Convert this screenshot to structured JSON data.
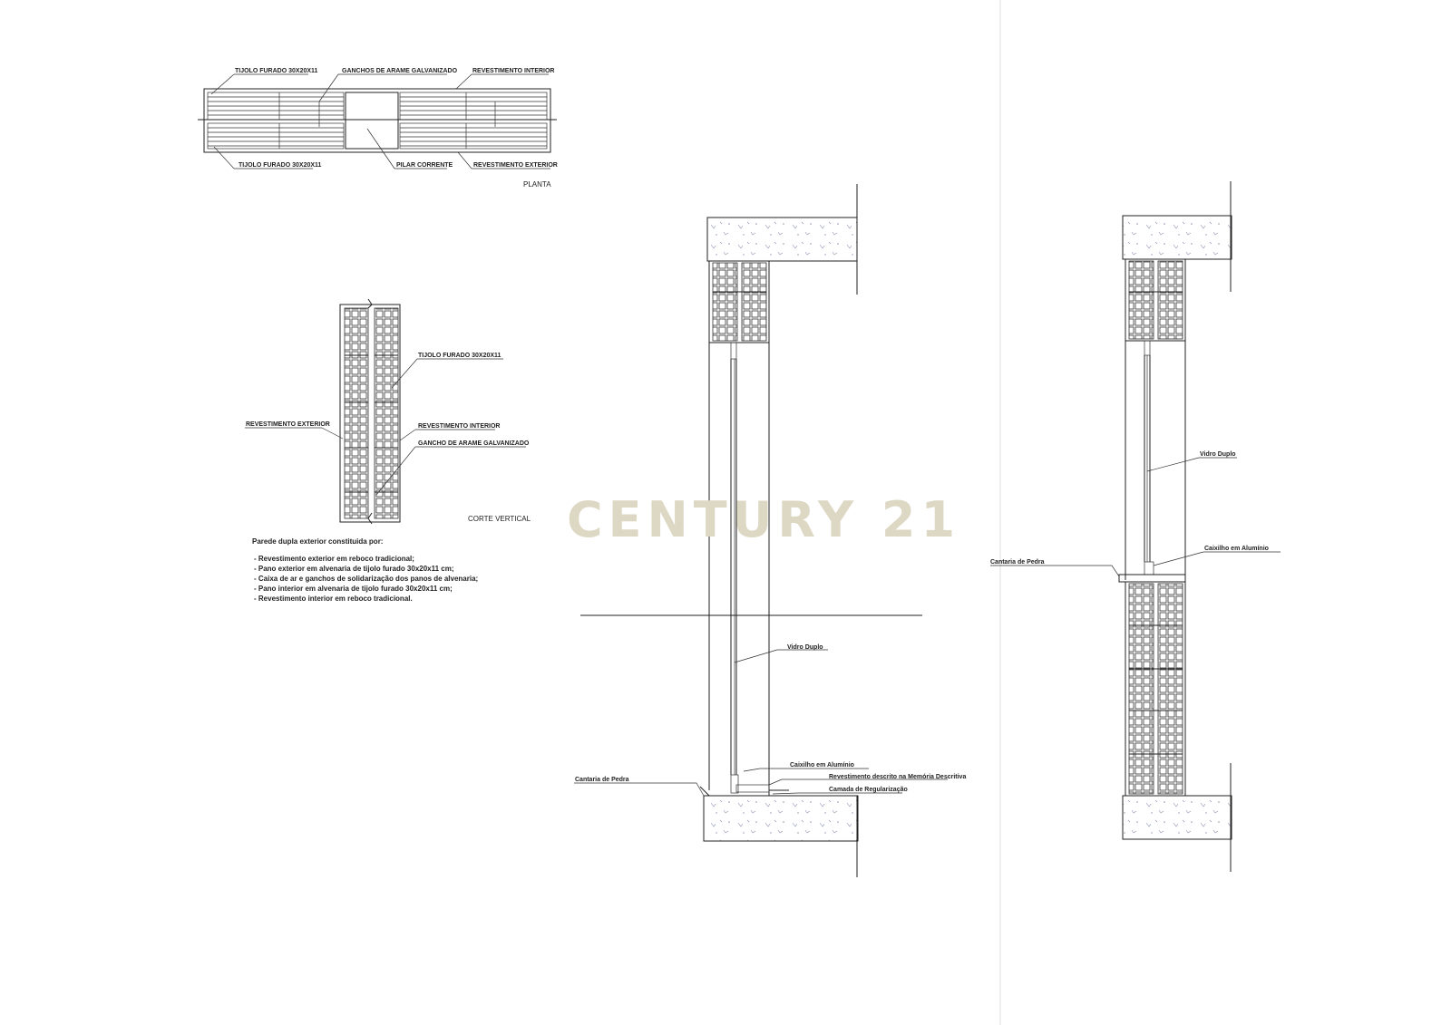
{
  "colors": {
    "line": "#222222",
    "watermark": "#ddd8c4",
    "background": "#ffffff"
  },
  "watermark": {
    "text": "CENTURY 21"
  },
  "planta": {
    "title": "PLANTA",
    "labels": {
      "tijolo_top": "TIJOLO FURADO 30X20X11",
      "ganchos": "GANCHOS DE ARAME GALVANIZADO",
      "rev_interior": "REVESTIMENTO INTERIOR",
      "tijolo_bottom": "TIJOLO FURADO 30X20X11",
      "pilar": "PILAR CORRENTE",
      "rev_exterior": "REVESTIMENTO EXTERIOR"
    }
  },
  "corte": {
    "title": "CORTE VERTICAL",
    "labels": {
      "tijolo": "TIJOLO FURADO 30X20X11",
      "rev_exterior": "REVESTIMENTO EXTERIOR",
      "rev_interior": "REVESTIMENTO INTERIOR",
      "gancho": "GANCHO DE ARAME GALVANIZADO"
    }
  },
  "notes": {
    "heading": "Parede dupla exterior constituida por:",
    "items": [
      "- Revestimento exterior em reboco tradicional;",
      "- Pano exterior em alvenaria de tijolo furado 30x20x11 cm;",
      "- Caixa de ar e ganchos de solidarização dos panos de alvenaria;",
      "- Pano interior em alvenaria de tijolo furado 30x20x11 cm;",
      "- Revestimento interior em reboco tradicional."
    ]
  },
  "section_a": {
    "labels": {
      "vidro": "Vidro Duplo",
      "cantaria": "Cantaria de Pedra",
      "caixilho": "Caixilho em Alumínio",
      "revestimento": "Revestimento descrito na Memória Descritiva",
      "camada": "Camada de Regularização"
    }
  },
  "section_b": {
    "labels": {
      "vidro": "Vidro Duplo",
      "cantaria": "Cantaria de Pedra",
      "caixilho": "Caixilho em Alumínio"
    }
  }
}
